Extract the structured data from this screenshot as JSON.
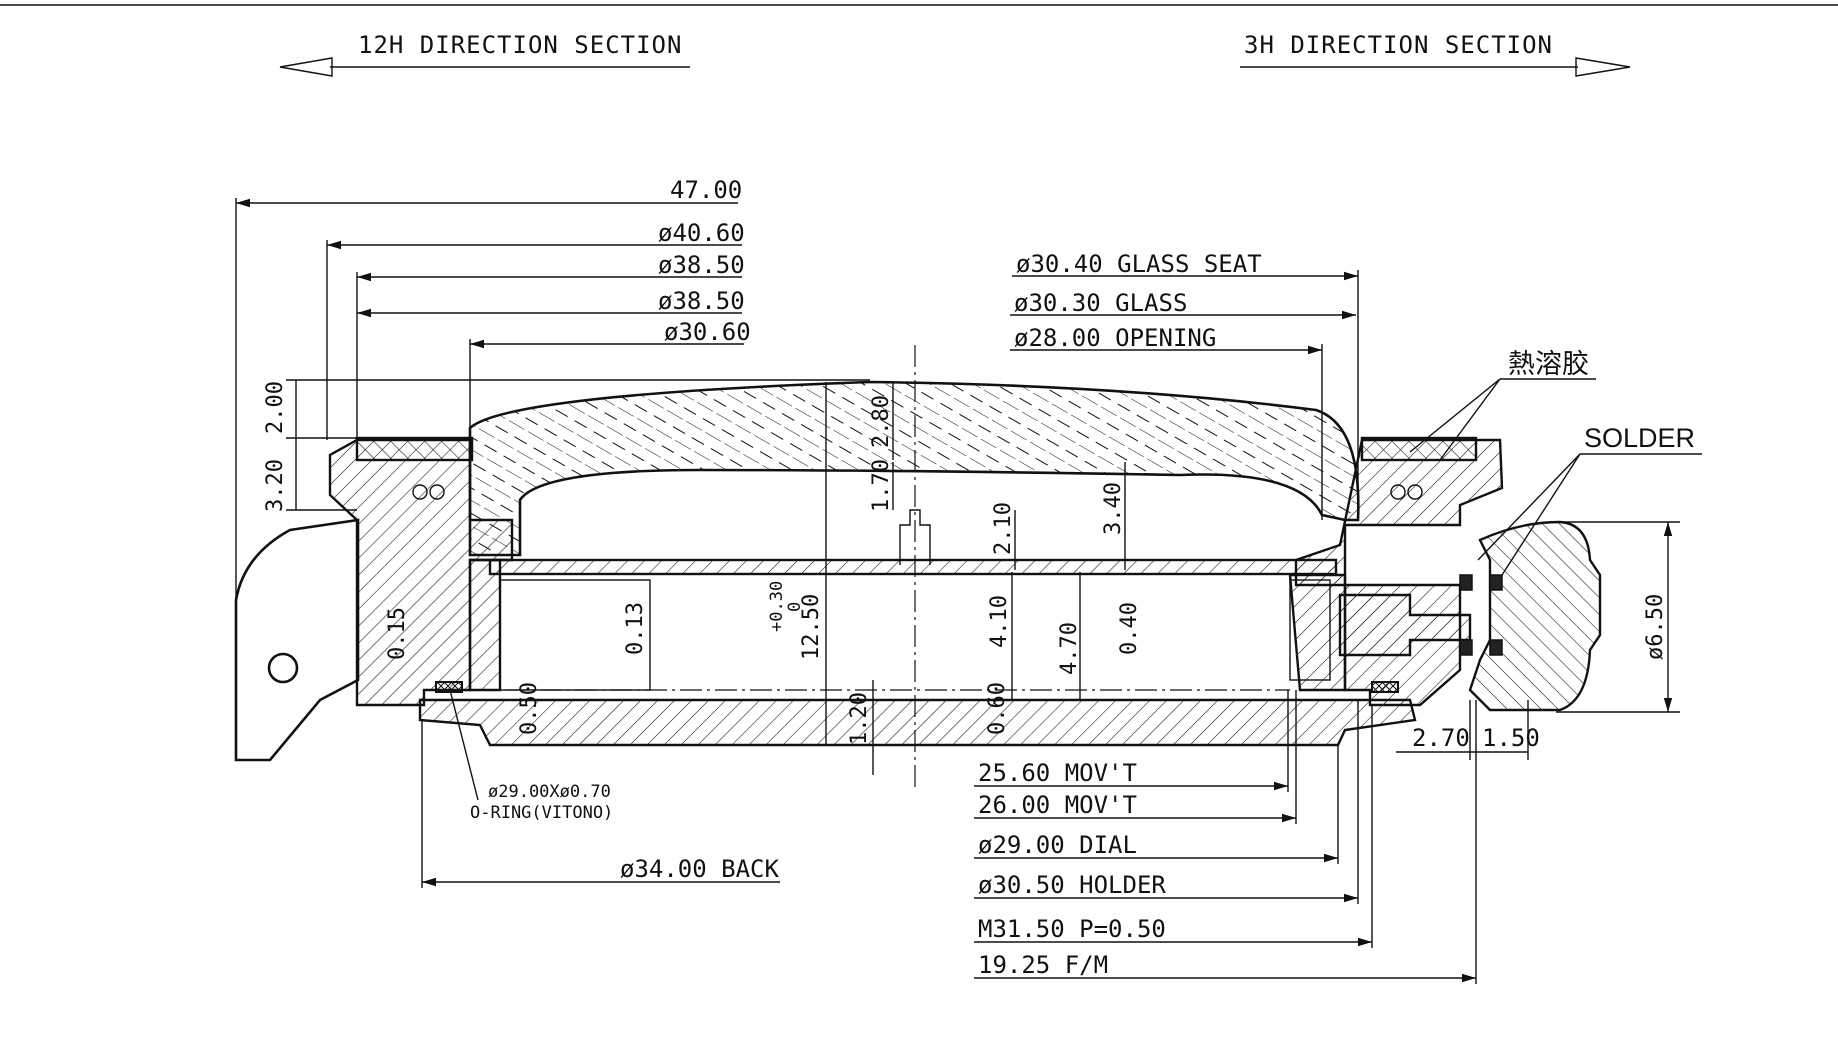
{
  "headers": {
    "left": "12H DIRECTION SECTION",
    "right": "3H DIRECTION SECTION"
  },
  "dims_top": {
    "overall": "47.00",
    "d1": "ø40.60",
    "d2": "ø38.50",
    "d3": "ø38.50",
    "d4": "ø30.60"
  },
  "dims_glass": {
    "seat": "ø30.40 GLASS SEAT",
    "glass": "ø30.30 GLASS",
    "opening": "ø28.00 OPENING"
  },
  "labels": {
    "hot_melt": "熱溶胶",
    "solder": "SOLDER"
  },
  "dims_vertical": {
    "v200": "2.00",
    "v320": "3.20",
    "v280": "2.80",
    "v170": "1.70",
    "v210": "2.10",
    "v340": "3.40",
    "v015": "0.15",
    "v013": "0.13",
    "tol_plus": "+0.30",
    "tol_zero": "0",
    "v1250": "12.50",
    "v410": "4.10",
    "v470": "4.70",
    "v040": "0.40",
    "v050": "0.50",
    "v060": "0.60",
    "v120": "1.20",
    "crown": "ø6.50"
  },
  "dims_crown": {
    "h270": "2.70",
    "h150": "1.50"
  },
  "oring": {
    "size": "ø29.00Xø0.70",
    "material": "O-RING(VITONO)"
  },
  "dims_bottom": {
    "back": "ø34.00 BACK",
    "mov1": "25.60 MOV'T",
    "mov2": "26.00 MOV'T",
    "dial": "ø29.00 DIAL",
    "holder": "ø30.50 HOLDER",
    "thread": "M31.50 P=0.50",
    "fm": "19.25 F/M"
  }
}
